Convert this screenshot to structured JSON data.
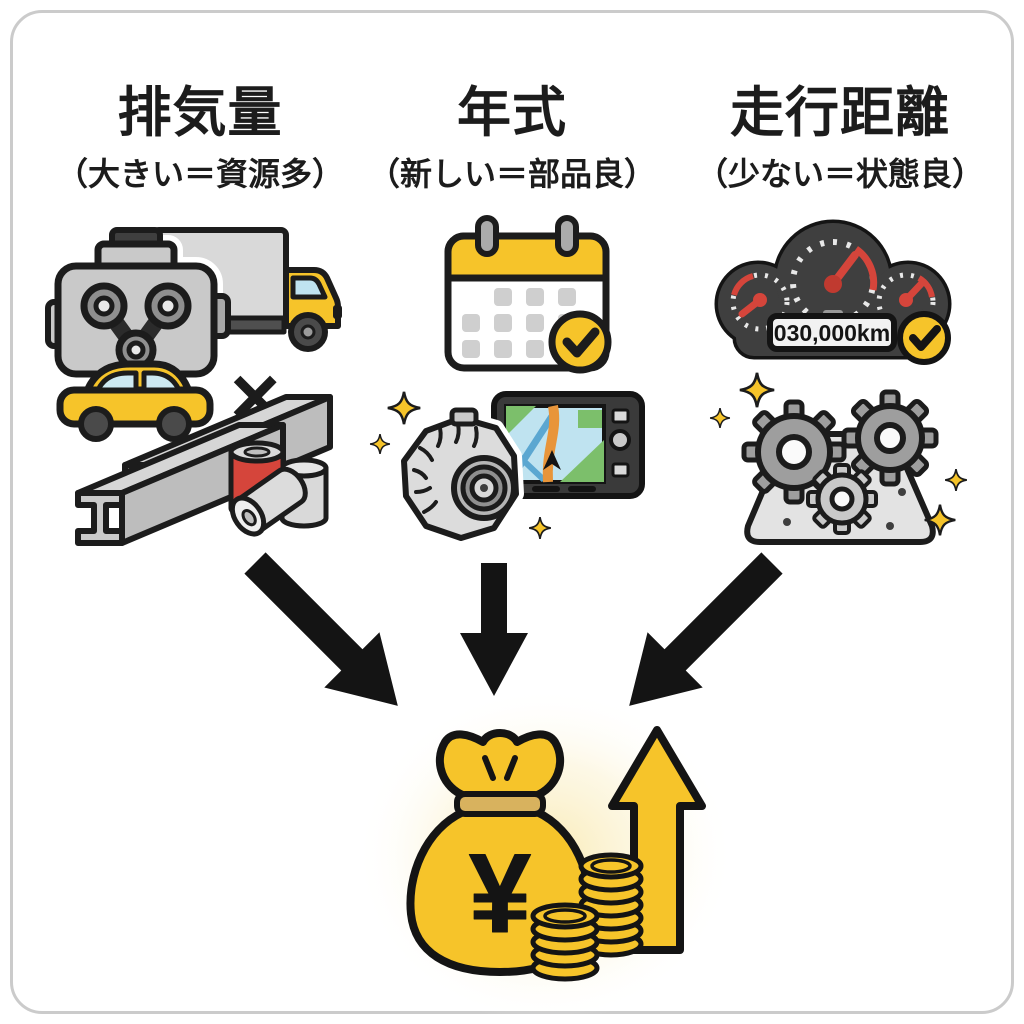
{
  "factors": [
    {
      "id": "displacement",
      "title": "排気量",
      "subtitle": "（大きい＝資源多）",
      "multiply_symbol": "×",
      "icons": [
        "engine-icon",
        "truck-icon",
        "car-icon",
        "multiply-icon",
        "steel-beams-icon",
        "cans-icon"
      ]
    },
    {
      "id": "model-year",
      "title": "年式",
      "subtitle": "（新しい＝部品良）",
      "icons": [
        "calendar-check-icon",
        "check-icon",
        "sparkles-icon",
        "alternator-icon",
        "gps-navigator-icon"
      ]
    },
    {
      "id": "mileage",
      "title": "走行距離",
      "subtitle": "（少ない＝状態良）",
      "odometer_reading": "030,000km",
      "icons": [
        "instrument-cluster-icon",
        "odometer-icon",
        "check-icon",
        "gears-icon",
        "sparkles-icon"
      ]
    }
  ],
  "result": {
    "currency_symbol": "¥",
    "icons": [
      "money-bag-icon",
      "coin-stack-icon",
      "up-arrow-icon",
      "glow"
    ]
  },
  "connector_icons": [
    "arrow-down-right-icon",
    "arrow-down-icon",
    "arrow-down-left-icon"
  ],
  "colors": {
    "background": "#FFFFFF",
    "border": "#CBCBCB",
    "outline": "#1C1C1C",
    "accent_yellow": "#F6C42A",
    "gray_light": "#D9D9D9",
    "gray_mid": "#9E9E9E",
    "dark_panel": "#3F3F3F",
    "alert_red": "#D5453B",
    "glow": "#F8E7A8",
    "map_blue": "#BFE3F0",
    "map_green": "#7CBF6B",
    "map_orange": "#E8953A",
    "band_tan": "#D8B25E"
  }
}
